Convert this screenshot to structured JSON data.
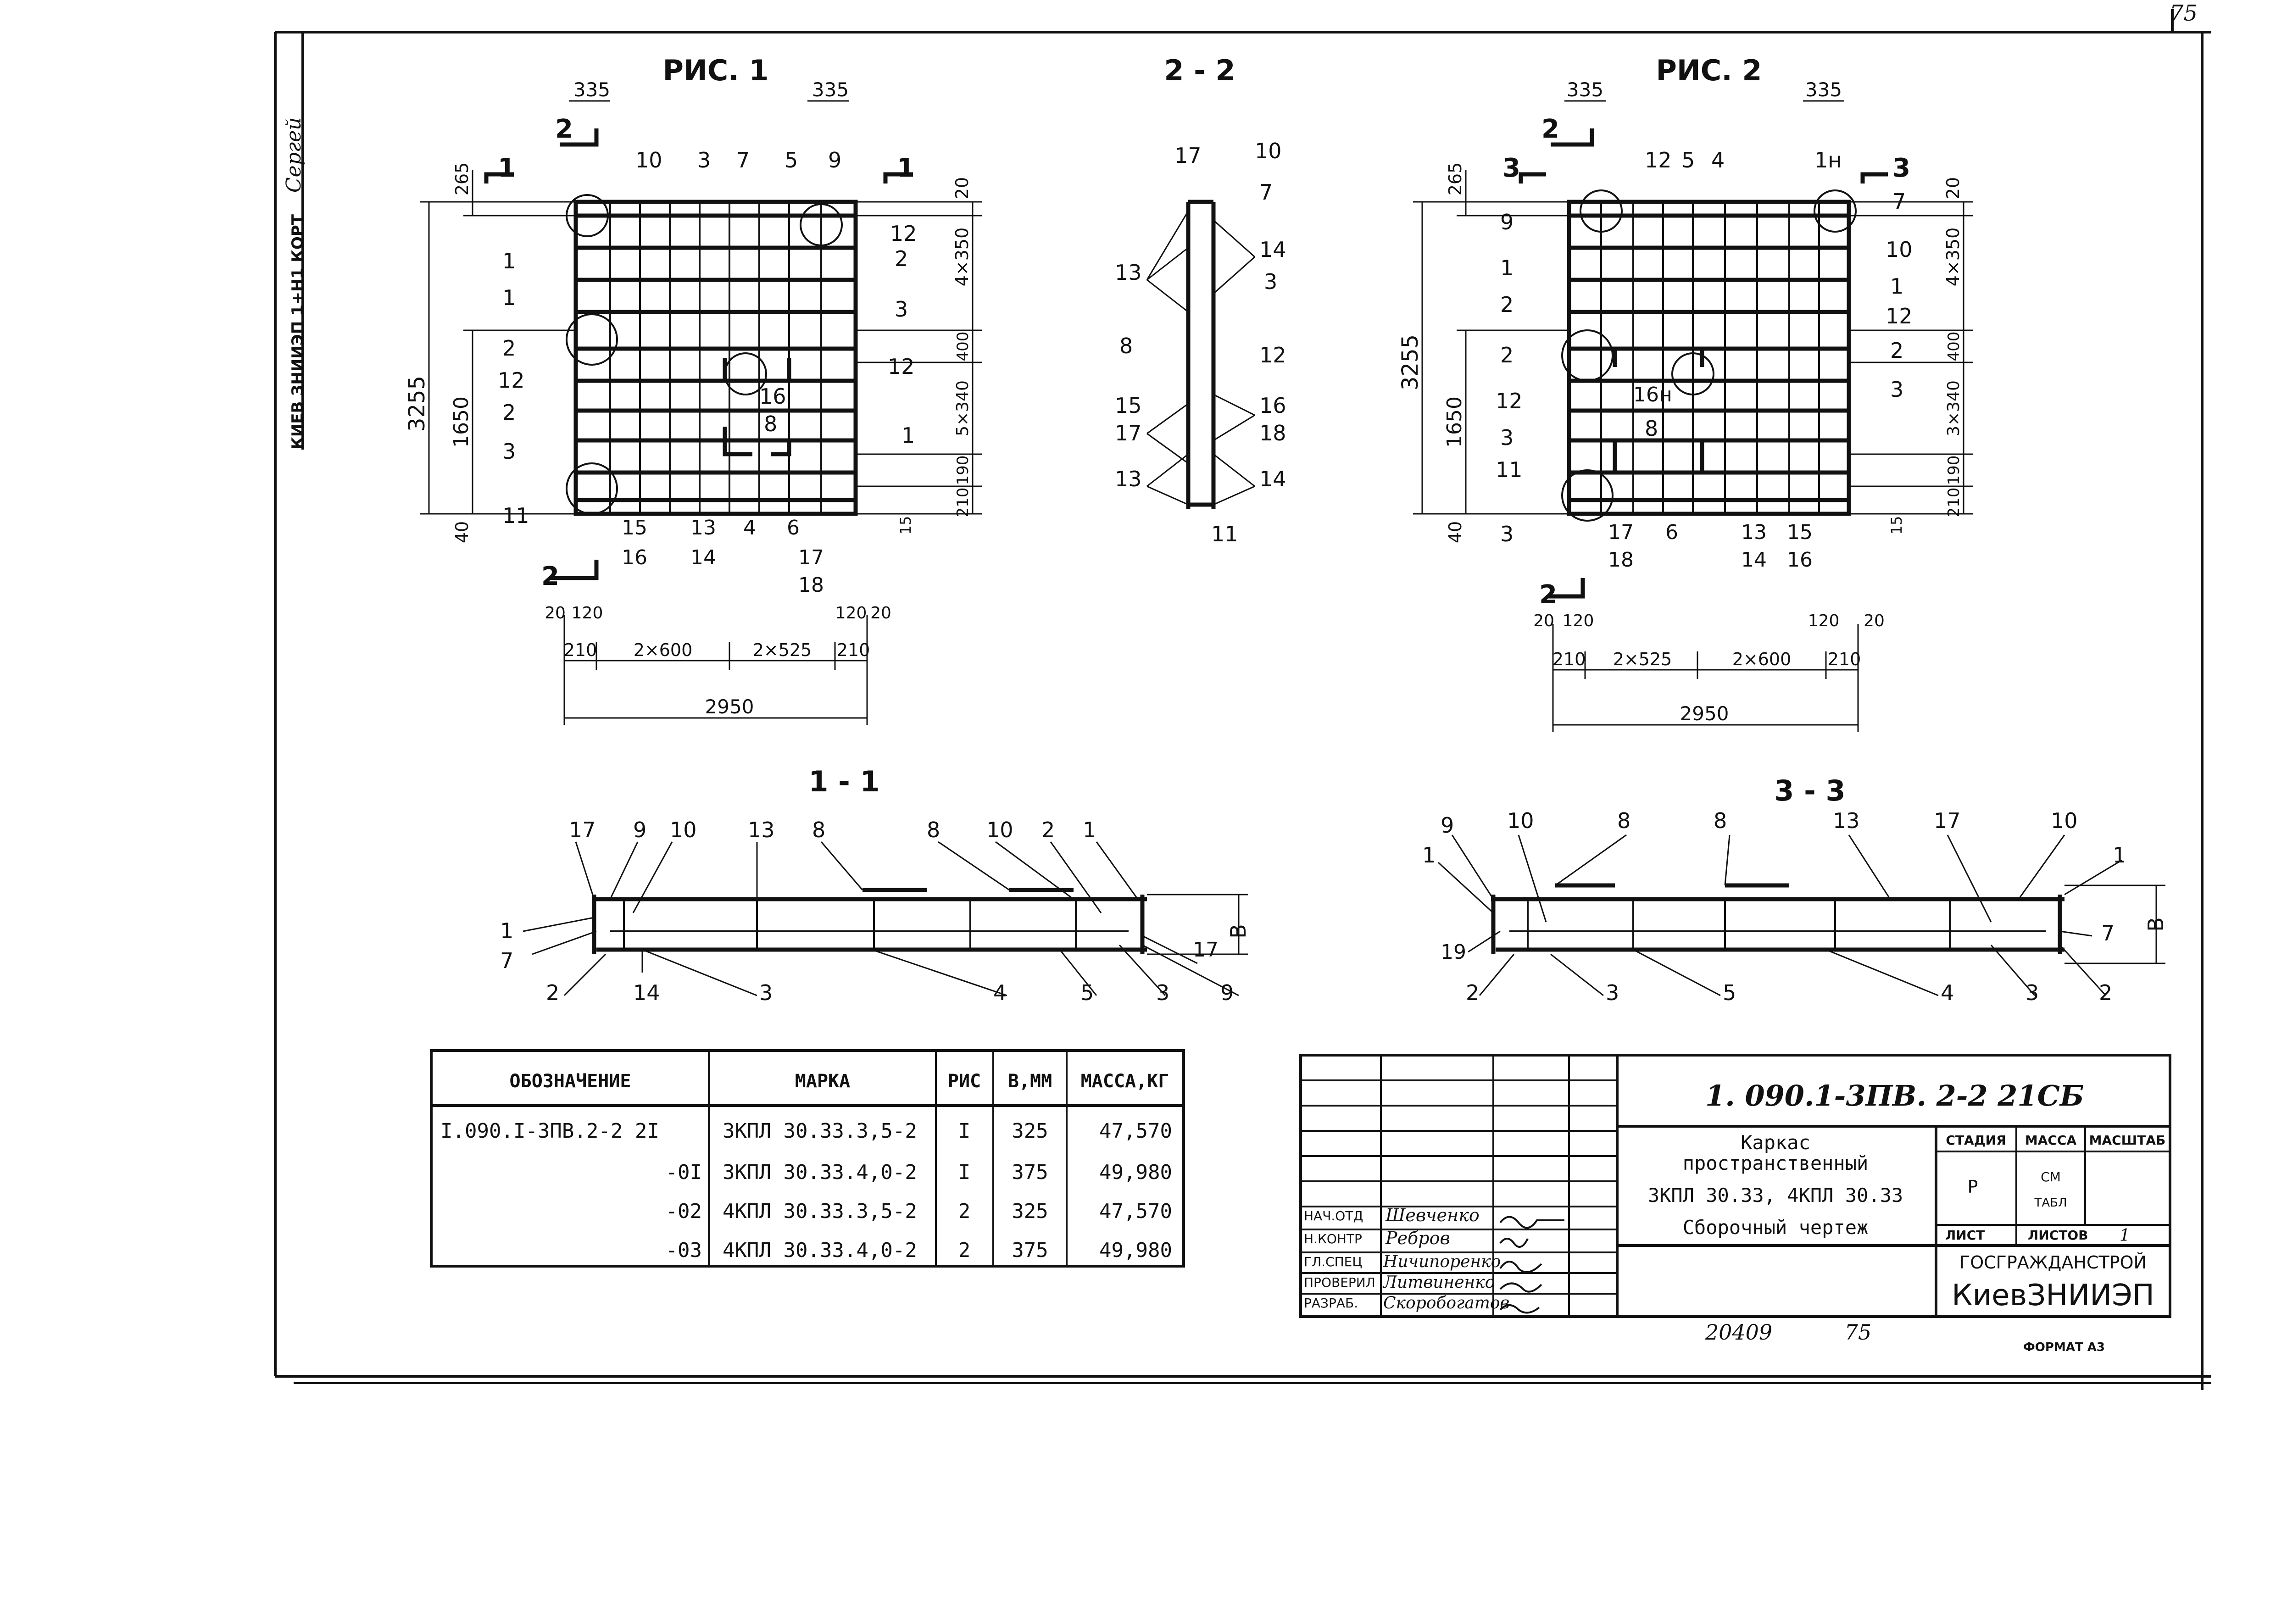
{
  "sheet": {
    "page_number": "75",
    "left_stamp": "КИЕВ ЗНИИЭП 1+Н1 КОРТ",
    "left_stamp_sig": "Сергей",
    "bottom_number_1": "20409",
    "bottom_number_2": "75",
    "format": "ФОРМАТ А3"
  },
  "views": {
    "fig1": {
      "title": "РИС. 1"
    },
    "fig2": {
      "title": "РИС. 2"
    },
    "sec22": {
      "title": "2 - 2"
    },
    "sec11": {
      "title": "1 - 1"
    },
    "sec33": {
      "title": "3 - 3"
    }
  },
  "fig1_dims": {
    "top_left": "335",
    "top_right": "335",
    "left_total": "3255",
    "left_mid": "1650",
    "left_bottom": "40",
    "left_top": "265",
    "r1": "20",
    "r2": "4×350",
    "r3": "400",
    "r4": "5×340",
    "r5": "190",
    "r6": "210",
    "r7": "15",
    "b1": "20",
    "b2": "120",
    "b3": "120",
    "b4": "20",
    "c1": "210",
    "c2": "2×600",
    "c3": "2×525",
    "c4": "210",
    "total": "2950"
  },
  "fig2_dims": {
    "top_left": "335",
    "top_right": "335",
    "left_total": "3255",
    "left_mid": "1650",
    "left_bottom": "40",
    "left_top": "265",
    "r1": "20",
    "r2": "4×350",
    "r3": "400",
    "r4": "3×340",
    "r5": "190",
    "r6": "210",
    "r7": "15",
    "b1": "20",
    "b2": "120",
    "b3": "120",
    "b4": "20",
    "c1": "210",
    "c2": "2×525",
    "c3": "2×600",
    "c4": "210",
    "total": "2950"
  },
  "spec_table": {
    "headers": [
      "ОБОЗНАЧЕНИЕ",
      "МАРКА",
      "РИС",
      "B,ММ",
      "МАССА,КГ"
    ],
    "rows": [
      [
        "I.090.I-3ПВ.2-2 2I",
        "3КПЛ 30.33.3,5-2",
        "I",
        "325",
        "47,570"
      ],
      [
        "-0I",
        "3КПЛ 30.33.4,0-2",
        "I",
        "375",
        "49,980"
      ],
      [
        "-02",
        "4КПЛ 30.33.3,5-2",
        "2",
        "325",
        "47,570"
      ],
      [
        "-03",
        "4КПЛ 30.33.4,0-2",
        "2",
        "375",
        "49,980"
      ]
    ]
  },
  "title_block": {
    "code": "1. 090.1-3ПВ. 2-2  21СБ",
    "name_line1": "Каркас",
    "name_line2": "пространственный",
    "name_line3": "3КПЛ 30.33, 4КПЛ 30.33",
    "name_line4": "Сборочный чертеж",
    "stage_h": "СТАДИЯ",
    "mass_h": "МАССА",
    "scale_h": "МАСШТАБ",
    "stage": "Р",
    "mass_1": "СМ",
    "mass_2": "ТАБЛ",
    "sheet_h": "ЛИСТ",
    "sheets_h": "ЛИСТОВ",
    "sheets": "1",
    "org_1": "ГОСГРАЖДАНСТРОЙ",
    "org_2": "КиевЗНИИЭП",
    "roles": [
      "НАЧ.ОТД",
      "Н.КОНТР",
      "ГЛ.СПЕЦ",
      "ПРОВЕРИЛ",
      "РАЗРАБ."
    ],
    "names": [
      "Шевченко",
      "Ребров",
      "Ничипоренко",
      "Литвиненко",
      "Скоробогатов"
    ]
  }
}
